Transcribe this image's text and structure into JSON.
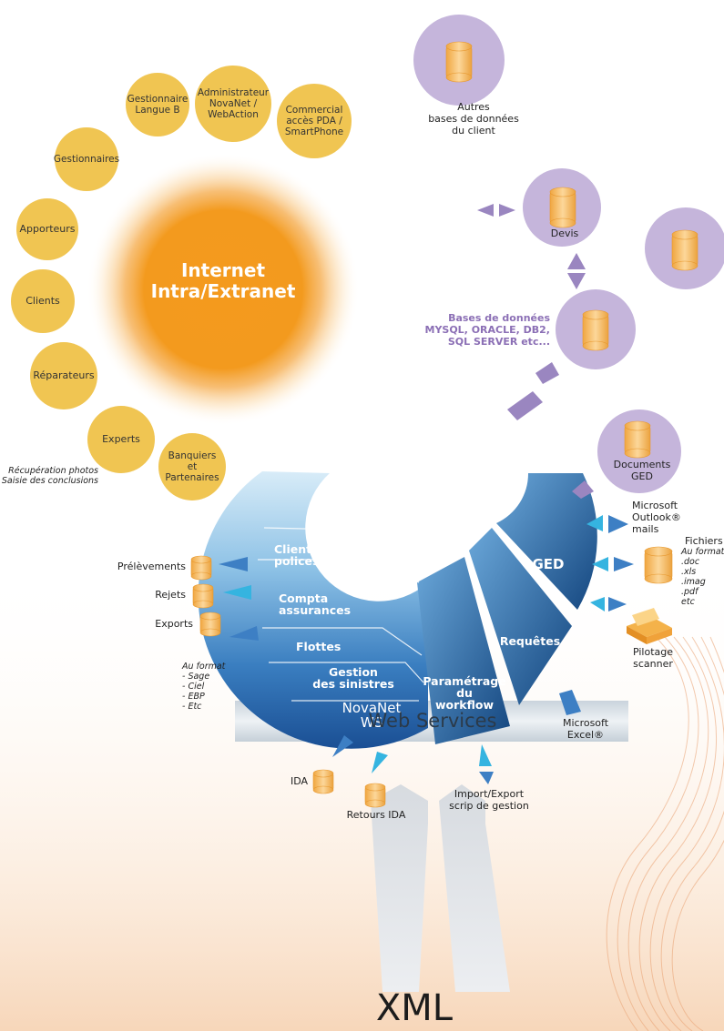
{
  "sun": {
    "label_line1": "Internet",
    "label_line2": "Intra/Extranet"
  },
  "bubbles": {
    "gestionnaire_langue_b": "Gestionnaire\nLangue B",
    "administrateur": "Administrateur\nNovaNet /\nWebAction",
    "commercial": "Commercial\naccès PDA /\nSmartPhone",
    "gestionnaires": "Gestionnaires",
    "apporteurs": "Apporteurs",
    "clients": "Clients",
    "reparateurs": "Réparateurs",
    "experts": "Experts",
    "banquiers": "Banquiers\net\nPartenaires"
  },
  "experts_note": "Récupération photos\nSaisie des conclusions",
  "databases": {
    "autres": "Autres\nbases de données\ndu client",
    "devis": "Devis",
    "bdd_title": "Bases de données\nMYSQL, ORACLE, DB2,\nSQL SERVER etc...",
    "documents_ged": "Documents\nGED"
  },
  "ring": {
    "clients_polices": "Clients\npolices",
    "compta_assurances": "Compta\nassurances",
    "flottes": "Flottes",
    "gestion_sinistres": "Gestion\ndes sinistres",
    "novanet_ws": "NovaNet\nWS",
    "parametrage": "Paramétrage\ndu\nworkflow",
    "requetes": "Requêtes",
    "ged": "GED"
  },
  "left_outputs": {
    "prelevements": "Prélèvements",
    "rejets": "Rejets",
    "exports": "Exports",
    "exports_format": "Au format\n- Sage\n- Ciel\n- EBP\n- Etc"
  },
  "right_outputs": {
    "outlook": "Microsoft\nOutlook®\nmails",
    "fichiers": "Fichiers",
    "fichiers_format": "Au format\n.doc\n.xls\n.imag\n.pdf\netc",
    "pilotage": "Pilotage\nscanner",
    "excel": "Microsoft\nExcel®"
  },
  "bottom_outputs": {
    "ida": "IDA",
    "retours_ida": "Retours IDA",
    "import_export": "Import/Export\nscrip de gestion"
  },
  "web_services": "Web Services",
  "xml": "XML",
  "colors": {
    "sun": "#f29a1c",
    "bubble": "#f0c552",
    "db_bubble": "#c5b5db",
    "ring_dark": "#1e5aa0",
    "ring_light": "#a9d3ee",
    "arrow_purple": "#9a86c0",
    "arrow_blue": "#3d7fc4",
    "arrow_cyan": "#35b4e0",
    "bdd_title": "#8b6fb5"
  }
}
